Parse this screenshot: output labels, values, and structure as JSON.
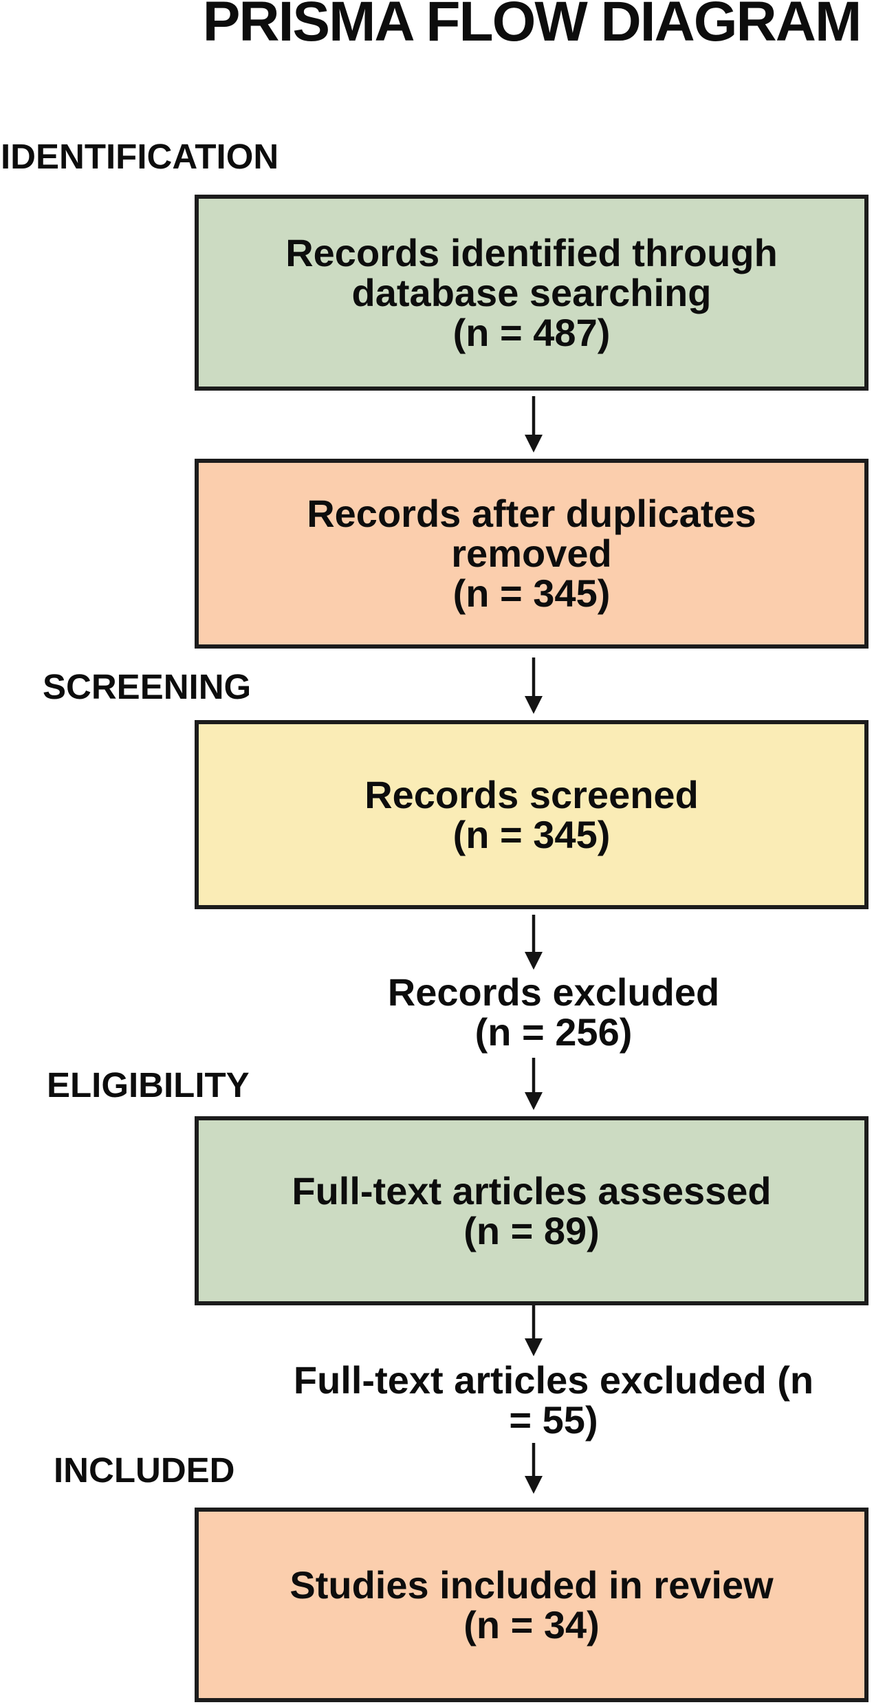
{
  "title": "PRISMA FLOW DIAGRAM",
  "colors": {
    "box_green": "#ccdbc2",
    "box_peach": "#fbcead",
    "box_yellow": "#faecb6",
    "outline": "#1c1c1c",
    "text": "#0d0d0d",
    "background": "#ffffff"
  },
  "stage_labels": [
    {
      "id": "identification",
      "label": "IDENTIFICATION"
    },
    {
      "id": "screening",
      "label": "SCREENING"
    },
    {
      "id": "eligibility",
      "label": "ELIGIBILITY"
    },
    {
      "id": "included",
      "label": "INCLUDED"
    }
  ],
  "nodes": {
    "records_identified": {
      "lines": [
        "Records identified through",
        "database searching",
        "(n = 487)"
      ],
      "n": 487
    },
    "records_after_duplicates": {
      "lines": [
        "Records after duplicates",
        "removed",
        "(n = 345)"
      ],
      "n": 345
    },
    "records_screened": {
      "lines": [
        "Records screened",
        "(n = 345)"
      ],
      "n": 345
    },
    "records_excluded": {
      "lines": [
        "Records excluded",
        "(n = 256)"
      ],
      "n": 256
    },
    "fulltext_assessed": {
      "lines": [
        "Full-text articles assessed",
        "(n = 89)"
      ],
      "n": 89
    },
    "fulltext_excluded": {
      "lines": [
        "Full-text articles excluded (n",
        "= 55)"
      ],
      "n": 55
    },
    "studies_included": {
      "lines": [
        "Studies included in review",
        "(n = 34)"
      ],
      "n": 34
    }
  }
}
